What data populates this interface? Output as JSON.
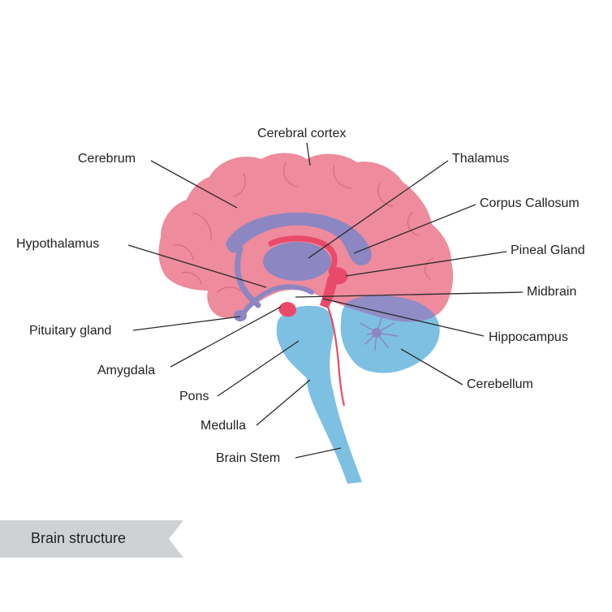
{
  "colors": {
    "cerebrum": "#ee8b9c",
    "cerebrum_fold": "#d86f84",
    "corpus": "#8c86c2",
    "blue": "#7ec0e2",
    "overlap": "#8f8cc6",
    "red": "#ea4a6a",
    "leader": "#2b2b2b",
    "ribbon": "#cfd2d4"
  },
  "labels": {
    "cerebral_cortex": "Cerebral cortex",
    "cerebrum": "Cerebrum",
    "thalamus": "Thalamus",
    "corpus_callosum": "Corpus Callosum",
    "hypothalamus": "Hypothalamus",
    "pineal_gland": "Pineal Gland",
    "midbrain": "Midbrain",
    "pituitary_gland": "Pituitary gland",
    "hippocampus": "Hippocampus",
    "amygdala": "Amygdala",
    "cerebellum": "Cerebellum",
    "pons": "Pons",
    "medulla": "Medulla",
    "brain_stem": "Brain Stem"
  },
  "footer": {
    "caption": "Brain structure"
  }
}
